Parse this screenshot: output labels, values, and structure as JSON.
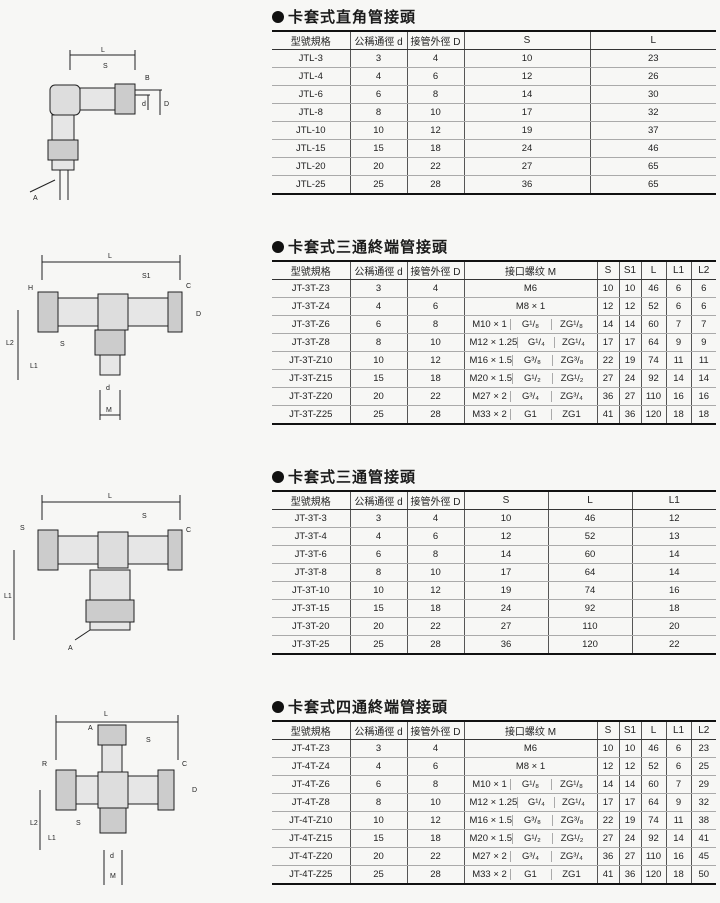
{
  "colors": {
    "ink": "#111111",
    "paper": "#f7f7f5",
    "rule": "#555555"
  },
  "sections": [
    {
      "title": "卡套式直角管接頭",
      "headers": [
        "型號規格",
        "公稱通徑 d",
        "接管外徑 D",
        "S",
        "L"
      ],
      "rows": [
        [
          "JTL-3",
          "3",
          "4",
          "10",
          "23"
        ],
        [
          "JTL-4",
          "4",
          "6",
          "12",
          "26"
        ],
        [
          "JTL-6",
          "6",
          "8",
          "14",
          "30"
        ],
        [
          "JTL-8",
          "8",
          "10",
          "17",
          "32"
        ],
        [
          "JTL-10",
          "10",
          "12",
          "19",
          "37"
        ],
        [
          "JTL-15",
          "15",
          "18",
          "24",
          "46"
        ],
        [
          "JTL-20",
          "20",
          "22",
          "27",
          "65"
        ],
        [
          "JTL-25",
          "25",
          "28",
          "36",
          "65"
        ]
      ],
      "diagram_labels": [
        "L",
        "S",
        "B",
        "d",
        "D",
        "A"
      ]
    },
    {
      "title": "卡套式三通終端管接頭",
      "headers": [
        "型號規格",
        "公稱通徑 d",
        "接管外徑 D",
        "接口螺纹 M",
        "S",
        "S1",
        "L",
        "L1",
        "L2"
      ],
      "rows": [
        [
          "JT-3T-Z3",
          "3",
          "4",
          [
            "M6"
          ],
          "10",
          "10",
          "46",
          "6",
          "6"
        ],
        [
          "JT-3T-Z4",
          "4",
          "6",
          [
            "M8 × 1"
          ],
          "12",
          "12",
          "52",
          "6",
          "6"
        ],
        [
          "JT-3T-Z6",
          "6",
          "8",
          [
            "M10 × 1",
            "G¹/₈",
            "ZG¹/₈"
          ],
          "14",
          "14",
          "60",
          "7",
          "7"
        ],
        [
          "JT-3T-Z8",
          "8",
          "10",
          [
            "M12 × 1.25",
            "G¹/₄",
            "ZG¹/₄"
          ],
          "17",
          "17",
          "64",
          "9",
          "9"
        ],
        [
          "JT-3T-Z10",
          "10",
          "12",
          [
            "M16 × 1.5",
            "G³/₈",
            "ZG³/₈"
          ],
          "22",
          "19",
          "74",
          "11",
          "11"
        ],
        [
          "JT-3T-Z15",
          "15",
          "18",
          [
            "M20 × 1.5",
            "G¹/₂",
            "ZG¹/₂"
          ],
          "27",
          "24",
          "92",
          "14",
          "14"
        ],
        [
          "JT-3T-Z20",
          "20",
          "22",
          [
            "M27 × 2",
            "G³/₄",
            "ZG³/₄"
          ],
          "36",
          "27",
          "110",
          "16",
          "16"
        ],
        [
          "JT-3T-Z25",
          "25",
          "28",
          [
            "M33 × 2",
            "G1",
            "ZG1"
          ],
          "41",
          "36",
          "120",
          "18",
          "18"
        ]
      ],
      "diagram_labels": [
        "L",
        "S1",
        "H",
        "C",
        "D",
        "L2",
        "S",
        "L1",
        "d",
        "M"
      ]
    },
    {
      "title": "卡套式三通管接頭",
      "headers": [
        "型號規格",
        "公稱通徑 d",
        "接管外徑 D",
        "S",
        "L",
        "L1"
      ],
      "rows": [
        [
          "JT-3T-3",
          "3",
          "4",
          "10",
          "46",
          "12"
        ],
        [
          "JT-3T-4",
          "4",
          "6",
          "12",
          "52",
          "13"
        ],
        [
          "JT-3T-6",
          "6",
          "8",
          "14",
          "60",
          "14"
        ],
        [
          "JT-3T-8",
          "8",
          "10",
          "17",
          "64",
          "14"
        ],
        [
          "JT-3T-10",
          "10",
          "12",
          "19",
          "74",
          "16"
        ],
        [
          "JT-3T-15",
          "15",
          "18",
          "24",
          "92",
          "18"
        ],
        [
          "JT-3T-20",
          "20",
          "22",
          "27",
          "110",
          "20"
        ],
        [
          "JT-3T-25",
          "25",
          "28",
          "36",
          "120",
          "22"
        ]
      ],
      "diagram_labels": [
        "L",
        "S",
        "S",
        "C",
        "L1",
        "A"
      ]
    },
    {
      "title": "卡套式四通終端管接頭",
      "headers": [
        "型號規格",
        "公稱通徑 d",
        "接管外徑 D",
        "接口螺纹 M",
        "S",
        "S1",
        "L",
        "L1",
        "L2"
      ],
      "rows": [
        [
          "JT-4T-Z3",
          "3",
          "4",
          [
            "M6"
          ],
          "10",
          "10",
          "46",
          "6",
          "23"
        ],
        [
          "JT-4T-Z4",
          "4",
          "6",
          [
            "M8 × 1"
          ],
          "12",
          "12",
          "52",
          "6",
          "25"
        ],
        [
          "JT-4T-Z6",
          "6",
          "8",
          [
            "M10 × 1",
            "G¹/₈",
            "ZG¹/₈"
          ],
          "14",
          "14",
          "60",
          "7",
          "29"
        ],
        [
          "JT-4T-Z8",
          "8",
          "10",
          [
            "M12 × 1.25",
            "G¹/₄",
            "ZG¹/₄"
          ],
          "17",
          "17",
          "64",
          "9",
          "32"
        ],
        [
          "JT-4T-Z10",
          "10",
          "12",
          [
            "M16 × 1.5",
            "G³/₈",
            "ZG³/₈"
          ],
          "22",
          "19",
          "74",
          "11",
          "38"
        ],
        [
          "JT-4T-Z15",
          "15",
          "18",
          [
            "M20 × 1.5",
            "G¹/₂",
            "ZG¹/₂"
          ],
          "27",
          "24",
          "92",
          "14",
          "41"
        ],
        [
          "JT-4T-Z20",
          "20",
          "22",
          [
            "M27 × 2",
            "G³/₄",
            "ZG³/₄"
          ],
          "36",
          "27",
          "110",
          "16",
          "45"
        ],
        [
          "JT-4T-Z25",
          "25",
          "28",
          [
            "M33 × 2",
            "G1",
            "ZG1"
          ],
          "41",
          "36",
          "120",
          "18",
          "50"
        ]
      ],
      "diagram_labels": [
        "A",
        "L",
        "S",
        "R",
        "C",
        "D",
        "L2",
        "S",
        "L1",
        "d",
        "M"
      ]
    }
  ]
}
